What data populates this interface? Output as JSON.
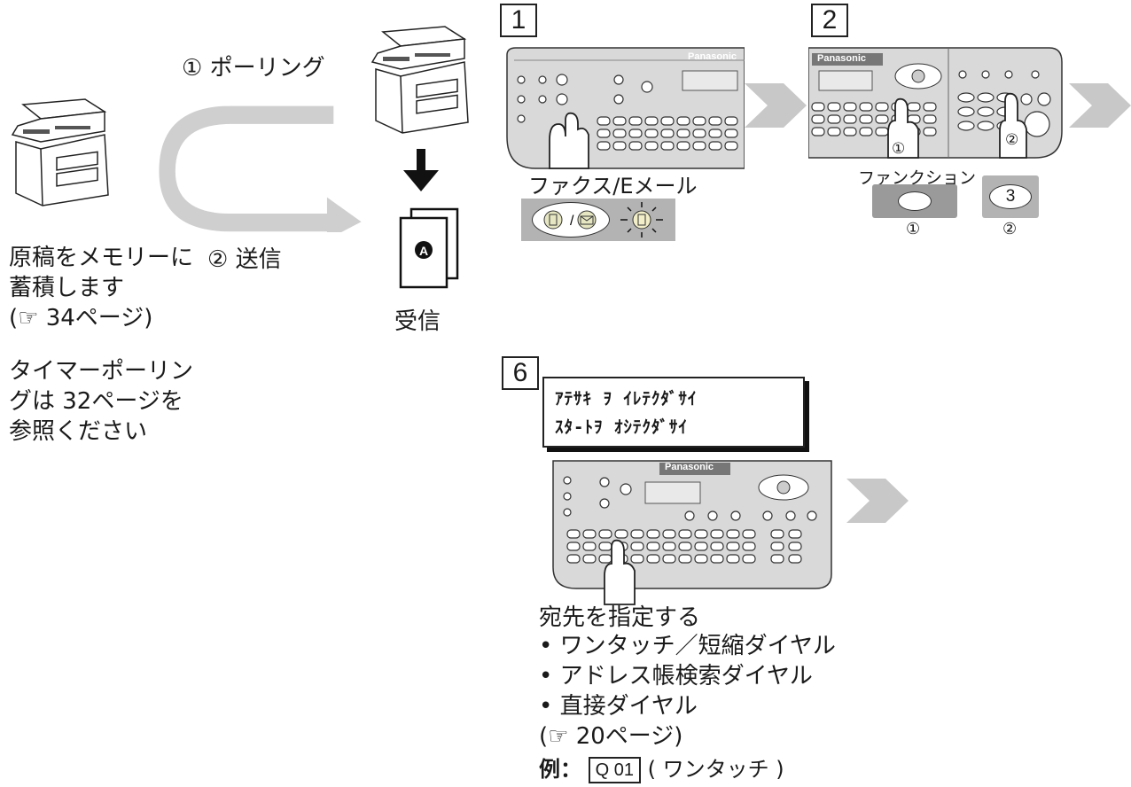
{
  "left": {
    "store_lines": [
      "原稿をメモリーに",
      "蓄積します",
      "(☞ 34ページ)"
    ],
    "timer_lines": [
      "タイマーポーリン",
      "グは 32ページを",
      "参照ください"
    ]
  },
  "flow": {
    "polling_label": "① ポーリング",
    "send_label": "② 送信",
    "receive_label": "受信"
  },
  "steps": {
    "step1": {
      "number": "1",
      "key_label": "ファクス/Eメール",
      "brand": "Panasonic"
    },
    "step2": {
      "number": "2",
      "function_label": "ファンクション",
      "circle1": "①",
      "circle2": "②",
      "key3": "3",
      "finger1": "①",
      "finger2": "②",
      "brand": "Panasonic"
    },
    "step6": {
      "number": "6",
      "lcd_line1": "ｱﾃｻｷ ｦ ｲﾚﾃｸﾀﾞｻｲ",
      "lcd_line2": "ｽﾀ-ﾄｦ ｵｼﾃｸﾀﾞｻｲ",
      "brand": "Panasonic",
      "instruction": "宛先を指定する",
      "options": [
        "ワンタッチ／短縮ダイヤル",
        "アドレス帳検索ダイヤル",
        "直接ダイヤル"
      ],
      "page_ref": "(☞ 20ページ)",
      "example_label": "例：",
      "example_key": "Q 01",
      "example_note": "( ワンタッチ )"
    }
  },
  "colors": {
    "panel": "#d9d9d9",
    "chevron": "#c8c8c8",
    "key_gray": "#9a9a9a",
    "arrow": "#cfcfcf"
  }
}
